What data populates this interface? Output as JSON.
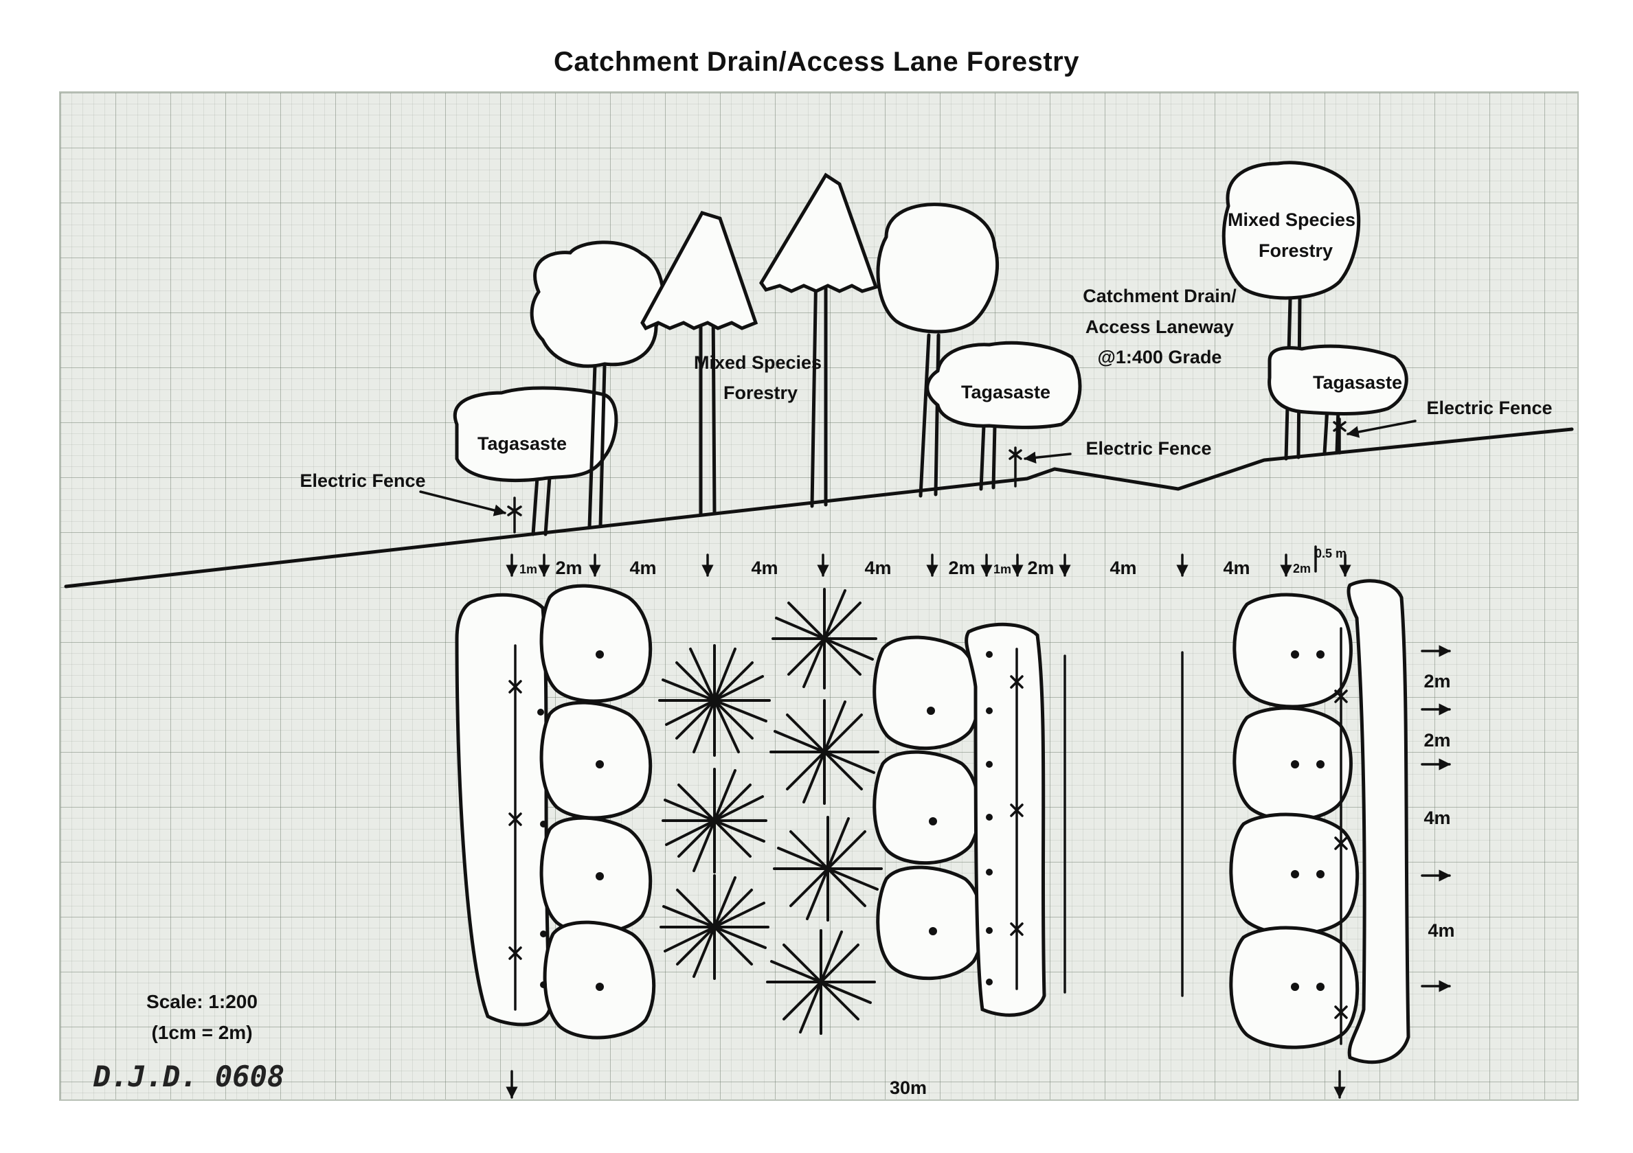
{
  "title": "Catchment Drain/Access Lane Forestry",
  "labels": {
    "tagasaste": "Tagasaste",
    "electric_fence": "Electric Fence",
    "mixed_species_line1": "Mixed Species",
    "mixed_species_line2": "Forestry",
    "drain_line1": "Catchment Drain/",
    "drain_line2": "Access Laneway",
    "drain_line3": "@1:400 Grade"
  },
  "top_dimensions": [
    "1m",
    "2m",
    "4m",
    "4m",
    "4m",
    "2m",
    "1m",
    "2m",
    "4m",
    "4m",
    "2m",
    "0.5 m"
  ],
  "right_dimensions": [
    "2m",
    "2m",
    "4m",
    "4m"
  ],
  "overall_width": "30m",
  "scale_line1": "Scale: 1:200",
  "scale_line2": "(1cm = 2m)",
  "signature": "D.J.D. 0608"
}
